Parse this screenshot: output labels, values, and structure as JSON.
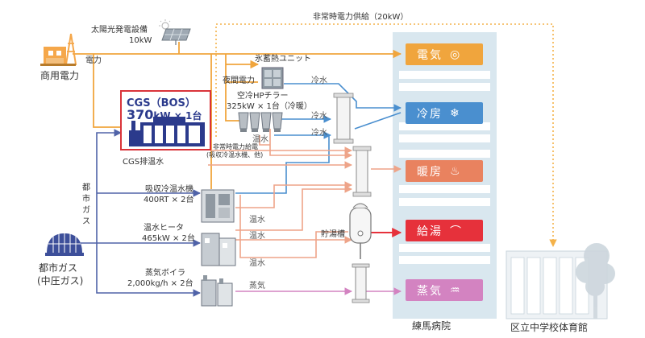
{
  "colors": {
    "electric": "#f0a53d",
    "cold": "#4a8fcf",
    "hot": "#eea489",
    "heating": "#e9825f",
    "hotwater": "#e6313b",
    "steam": "#d383c1",
    "gas": "#5063a8",
    "emergency": "#f4b24a",
    "hospital": "#d9e7ef"
  },
  "top_label": "非常時電力供給（20kW）",
  "solar": {
    "name": "太陽光発電設備",
    "capacity": "10kW",
    "icon": "solar-panel-icon"
  },
  "utility": {
    "name": "商用電力",
    "line_label": "電力",
    "icon": "power-plant-icon"
  },
  "ice_unit": {
    "name": "氷蓄熱ユニット",
    "night_power": "夜間電力",
    "output": "冷水"
  },
  "hp_chiller": {
    "name": "空冷HPチラー",
    "spec": "325kW × 1台（冷暖）",
    "outputs": [
      "冷水",
      "冷水"
    ],
    "hot": "温水"
  },
  "cgs": {
    "title": "CGS（BOS）",
    "capacity": "370",
    "unit": "kW × 1台",
    "exhaust": "CGS排温水"
  },
  "emergency_feed": {
    "line1": "非常時電力給電",
    "line2": "(吸収冷温水機、他)"
  },
  "city_gas_vertical": [
    "都",
    "市",
    "ガ",
    "ス"
  ],
  "gas_source": {
    "name": "都市ガス",
    "pressure": "(中圧ガス)",
    "icon": "gas-tank-icon"
  },
  "absorber": {
    "name": "吸収冷温水機",
    "spec": "400RT × 2台",
    "out": "温水"
  },
  "heater": {
    "name": "温水ヒータ",
    "spec": "465kW × 2台",
    "out1": "温水",
    "out2": "温水"
  },
  "boiler": {
    "name": "蒸気ボイラ",
    "spec": "2,000kg/h × 2台",
    "out": "蒸気"
  },
  "storage_tank": {
    "name": "貯湯槽"
  },
  "hospital": {
    "name": "練馬病院",
    "services": [
      {
        "name": "電気",
        "color": "#f0a53d",
        "icon": "lightbulb-icon",
        "glyph": "◎"
      },
      {
        "name": "冷房",
        "color": "#4a8fcf",
        "icon": "air-conditioner-icon",
        "glyph": "❄"
      },
      {
        "name": "暖房",
        "color": "#e9825f",
        "icon": "heater-icon",
        "glyph": "♨"
      },
      {
        "name": "給湯",
        "color": "#e6313b",
        "icon": "faucet-icon",
        "glyph": "⌒"
      },
      {
        "name": "蒸気",
        "color": "#d383c1",
        "icon": "steam-icon",
        "glyph": "♒"
      }
    ]
  },
  "gym": {
    "name": "区立中学校体育館"
  }
}
